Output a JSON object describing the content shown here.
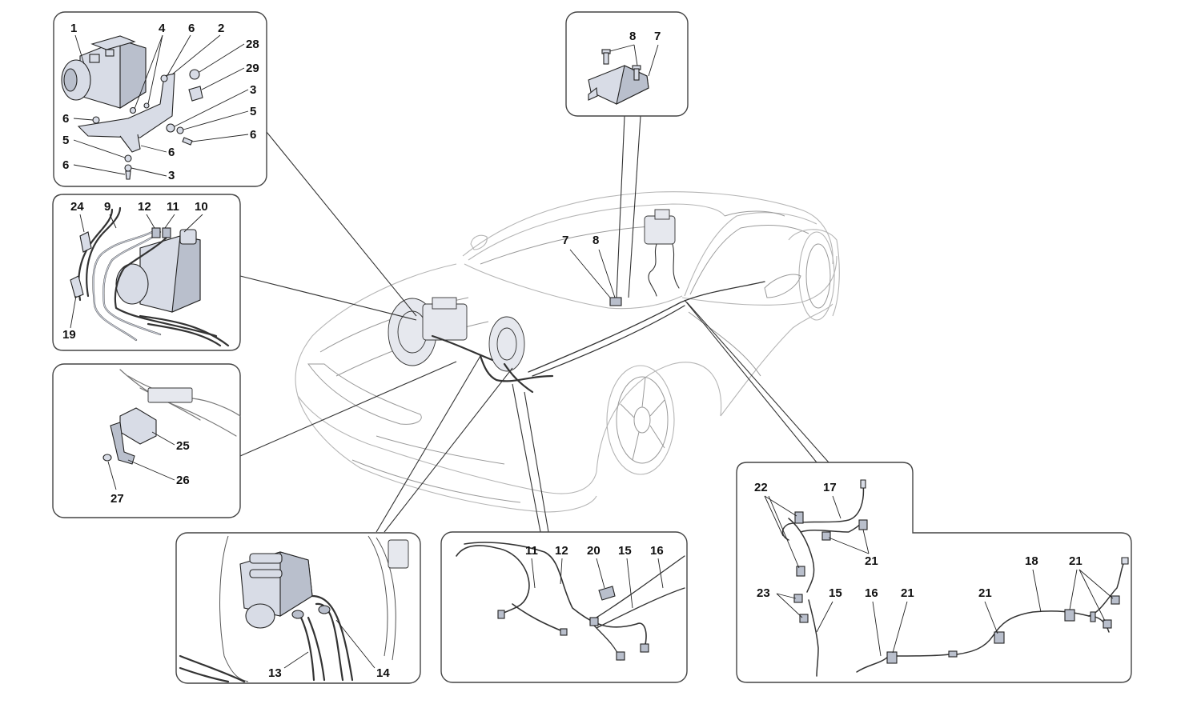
{
  "diagram": {
    "callouts": {
      "abs_detail": [
        "1",
        "4",
        "6",
        "2",
        "28",
        "29",
        "3",
        "5",
        "6",
        "6",
        "5",
        "6",
        "6",
        "3"
      ],
      "sensor_detail": [
        "8",
        "7"
      ],
      "pipes_detail": [
        "24",
        "9",
        "12",
        "11",
        "10",
        "19"
      ],
      "bracket_detail": [
        "25",
        "26",
        "27"
      ],
      "booster_detail": [
        "13",
        "14"
      ],
      "front_lines_detail": [
        "11",
        "12",
        "20",
        "15",
        "16"
      ],
      "rear_lines_detail": [
        "22",
        "17",
        "21",
        "23",
        "15",
        "16",
        "21",
        "21",
        "18",
        "21"
      ],
      "car_overview": [
        "7",
        "8"
      ]
    }
  }
}
